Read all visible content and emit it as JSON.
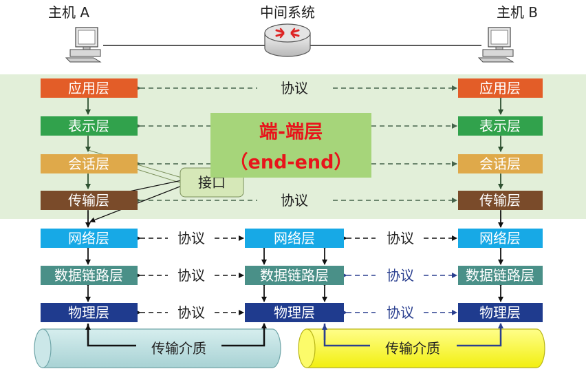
{
  "hosts": {
    "host_a": "主机 A",
    "host_b": "主机 B",
    "intermediate": "中间系统"
  },
  "band": {
    "title": "端-端层",
    "subtitle": "（end-end）",
    "interface_label": "接口"
  },
  "layers": {
    "application": "应用层",
    "presentation": "表示层",
    "session": "会话层",
    "transport": "传输层",
    "network": "网络层",
    "datalink": "数据链路层",
    "physical": "物理层"
  },
  "protocol": "协议",
  "medium": "传输介质",
  "colors": {
    "application": "#e35d28",
    "presentation": "#31a24c",
    "session": "#dfa94a",
    "transport": "#7a4b2a",
    "network": "#17a9e6",
    "datalink": "#4a9088",
    "physical": "#1f3b8e",
    "band": "#e2efd9",
    "endend_box": "#a6d57a",
    "endend_text": "#e8141b",
    "medium_left": "#b9dfe0",
    "medium_right": "#fbfa44"
  },
  "icons": [
    "computer-icon",
    "router-icon"
  ]
}
